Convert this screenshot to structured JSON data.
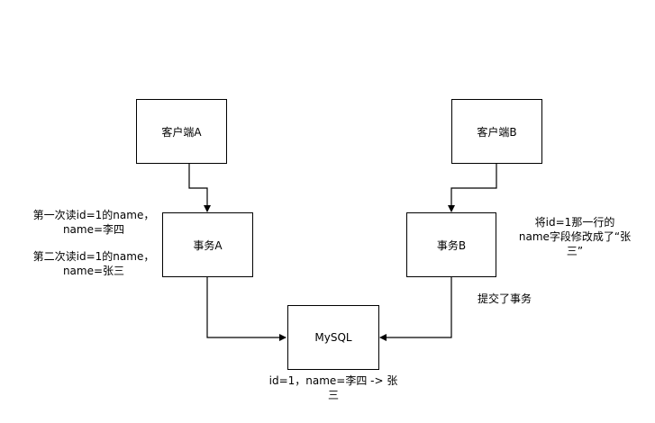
{
  "nodes": {
    "client_a": "客户端A",
    "client_b": "客户端B",
    "txn_a": "事务A",
    "txn_b": "事务B",
    "mysql": "MySQL"
  },
  "notes": {
    "first_read": [
      "第一次读id=1的name，",
      "name=李四"
    ],
    "second_read": [
      "第二次读id=1的name，",
      "name=张三"
    ],
    "txn_b_update": [
      "将id=1那一行的",
      "name字段修改成了“张",
      "三”"
    ],
    "txn_b_commit": "提交了事务",
    "mysql_row": [
      "id=1，name=李四 -> 张",
      "三"
    ]
  },
  "colors": {
    "line": "#000000",
    "box_border": "#000000",
    "background": "#ffffff"
  }
}
